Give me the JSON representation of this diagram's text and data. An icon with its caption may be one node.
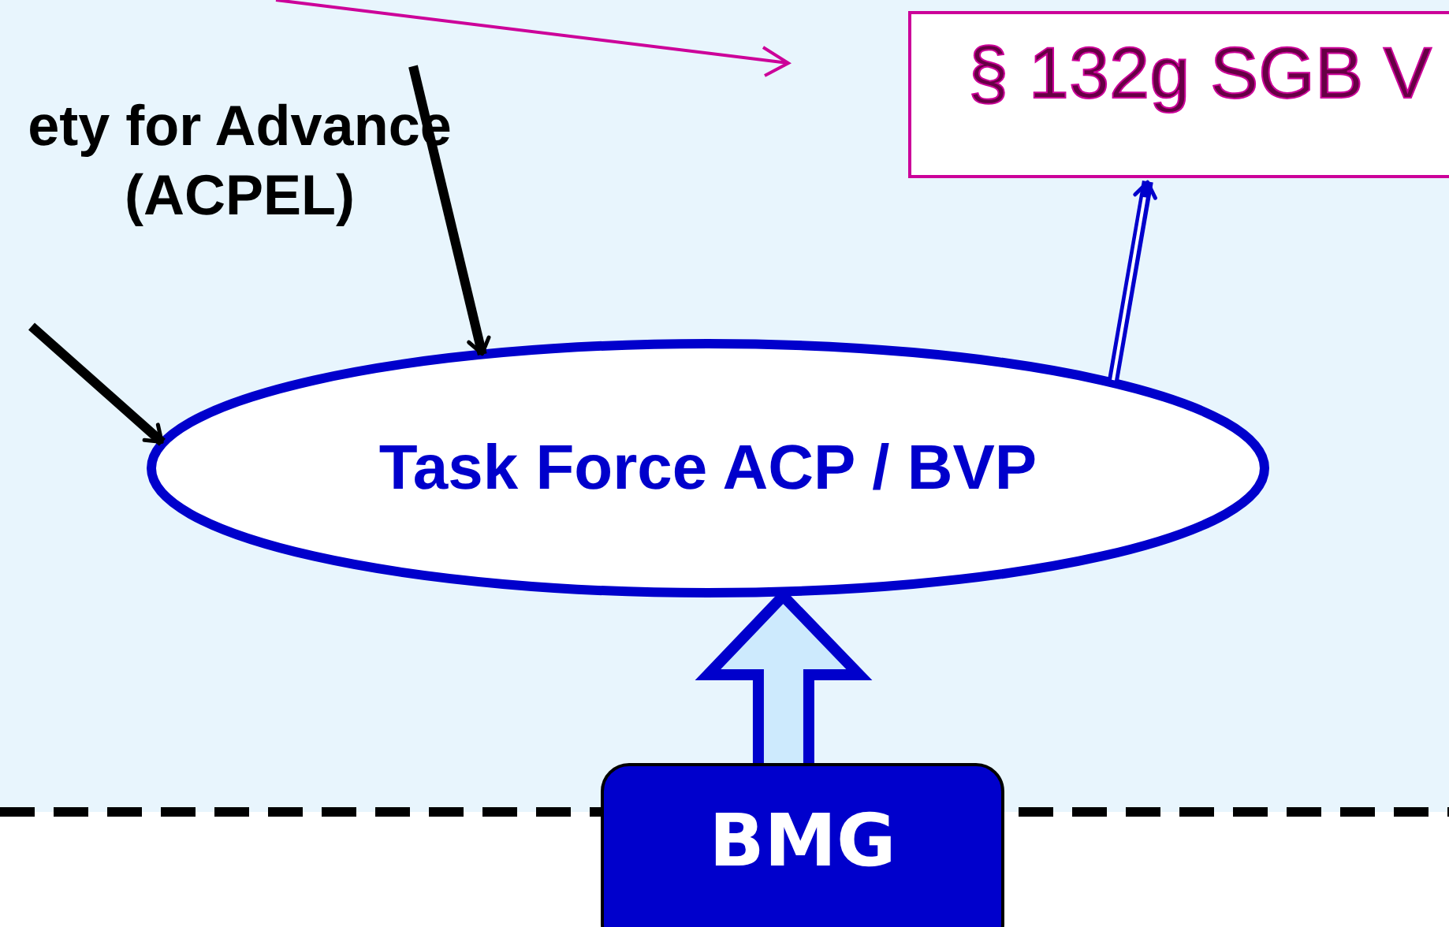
{
  "diagram": {
    "nodes": [
      {
        "text": [
          "§ 132g SGB V"
        ]
      },
      {
        "text": [
          "Task Force ACP / BVP"
        ]
      },
      {
        "text": [
          "BMG"
        ]
      }
    ],
    "edges": [
      {
        "from": null,
        "to": 1,
        "arrow": "to"
      },
      {
        "from": null,
        "to": 1,
        "arrow": "to"
      },
      {
        "from": 1,
        "to": 0,
        "arrow": "to",
        "color": "#0000cc"
      },
      {
        "from": 2,
        "to": 1,
        "arrow": "to",
        "style": "thick",
        "color": "#0000cc"
      }
    ],
    "labels": [
      "ety for Advance (ACPEL)"
    ]
  }
}
